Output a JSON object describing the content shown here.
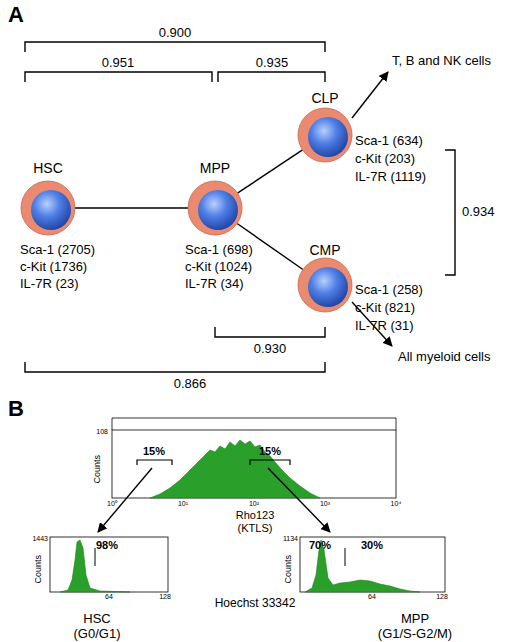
{
  "diagram": {
    "nodes": [
      {
        "text": [
          "HSC",
          "Sca-1 (2705)",
          "c-Kit (1736)",
          "IL-7R (23)"
        ]
      },
      {
        "text": [
          "MPP",
          "Sca-1 (698)",
          "c-Kit (1024)",
          "IL-7R (34)"
        ]
      },
      {
        "text": [
          "CLP",
          "Sca-1 (634)",
          "c-Kit (203)",
          "IL-7R (1119)"
        ]
      },
      {
        "text": [
          "CMP",
          "Sca-1 (258)",
          "c-Kit (821)",
          "IL-7R (31)"
        ]
      }
    ],
    "edges": [
      {
        "from": 0,
        "to": 1,
        "arrow": "none"
      },
      {
        "from": 1,
        "to": 2,
        "arrow": "none"
      },
      {
        "from": 1,
        "to": 3,
        "arrow": "none"
      }
    ],
    "labels": [
      "A",
      "0.900",
      "0.951",
      "0.935",
      "T, B and NK cells",
      "0.934",
      "All myeloid cells",
      "0.930",
      "0.866",
      "B",
      "108",
      "Counts",
      "15%",
      "15%",
      "10⁰",
      "10¹",
      "10²",
      "10³",
      "10⁴",
      "Rho123",
      "(KTLS)",
      "1443",
      "Counts",
      "98%",
      "64",
      "128",
      "1134",
      "Counts",
      "70%",
      "30%",
      "64",
      "128",
      "Hoechst 33342",
      "HSC",
      "(G0/G1)",
      "MPP",
      "(G1/S-G2/M)"
    ]
  }
}
